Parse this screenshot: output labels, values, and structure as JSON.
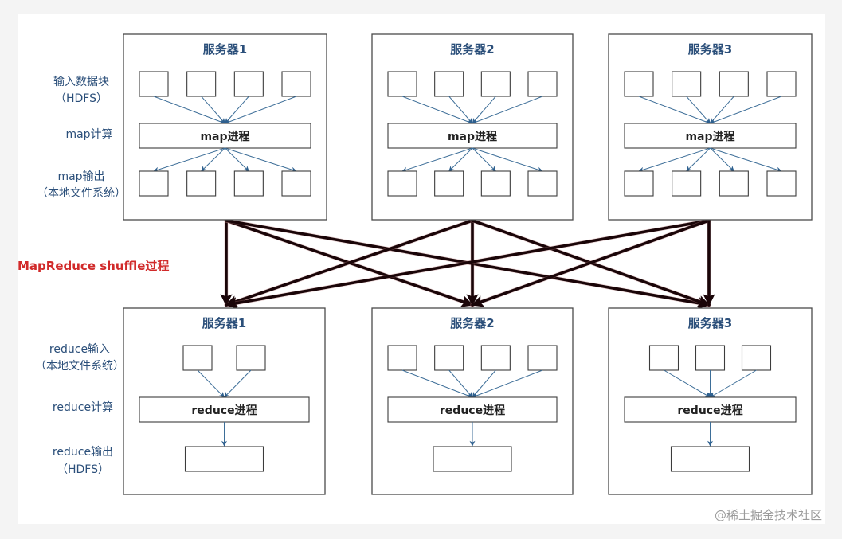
{
  "map_phase": {
    "servers": [
      {
        "title": "服务器1",
        "inputs": 4,
        "outputs": 4,
        "process": "map进程"
      },
      {
        "title": "服务器2",
        "inputs": 4,
        "outputs": 4,
        "process": "map进程"
      },
      {
        "title": "服务器3",
        "inputs": 4,
        "outputs": 4,
        "process": "map进程"
      }
    ],
    "labels": {
      "input_line1": "输入数据块",
      "input_line2": "（HDFS）",
      "compute": "map计算",
      "output_line1": "map输出",
      "output_line2": "（本地文件系统）"
    }
  },
  "shuffle": {
    "label": "MapReduce shuffle过程"
  },
  "reduce_phase": {
    "servers": [
      {
        "title": "服务器1",
        "inputs": 2,
        "process": "reduce进程"
      },
      {
        "title": "服务器2",
        "inputs": 4,
        "process": "reduce进程"
      },
      {
        "title": "服务器3",
        "inputs": 3,
        "process": "reduce进程"
      }
    ],
    "labels": {
      "input_line1": "reduce输入",
      "input_line2": "（本地文件系统）",
      "compute": "reduce计算",
      "output_line1": "reduce输出",
      "output_line2": "（HDFS）"
    }
  },
  "watermark": "@稀土掘金技术社区",
  "colors": {
    "title": "#2b4f7a",
    "arrow": "#3d6e98",
    "shuffle": "#1a0508",
    "shuffle_label": "#d12a2a"
  }
}
